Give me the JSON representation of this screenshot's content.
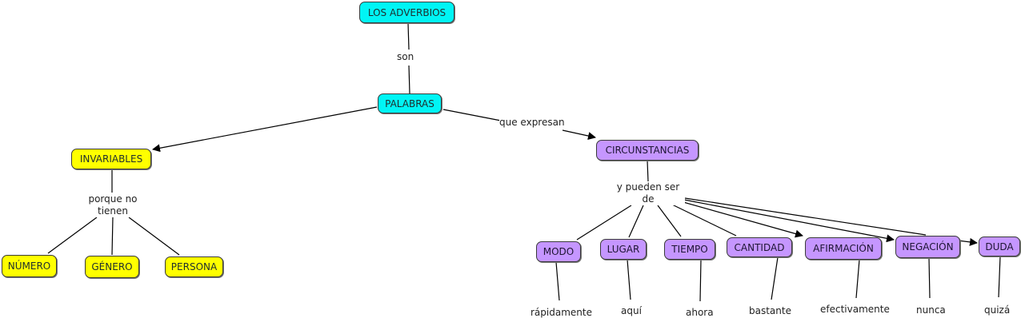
{
  "title": "LOS ADVERBIOS",
  "colors": {
    "root": "#00f5f5",
    "invariables_branch": "#ffff00",
    "circunstancias_branch": "#c596ff",
    "line": "#000000"
  },
  "nodes": {
    "root": "LOS ADVERBIOS",
    "palabras": "PALABRAS",
    "invariables": "INVARIABLES",
    "numero": "NÚMERO",
    "genero": "GÉNERO",
    "persona": "PERSONA",
    "circunstancias": "CIRCUNSTANCIAS",
    "modo": "MODO",
    "lugar": "LUGAR",
    "tiempo": "TIEMPO",
    "cantidad": "CANTIDAD",
    "afirmacion": "AFIRMACIÓN",
    "negacion": "NEGACIÓN",
    "duda": "DUDA"
  },
  "links": {
    "son": "son",
    "que_expresan": "que expresan",
    "porque_no_tienen_1": "porque no",
    "porque_no_tienen_2": "tienen",
    "y_pueden_ser_de_1": "y pueden ser",
    "y_pueden_ser_de_2": "de"
  },
  "examples": {
    "modo": "rápidamente",
    "lugar": "aquí",
    "tiempo": "ahora",
    "cantidad": "bastante",
    "afirmacion": "efectivamente",
    "negacion": "nunca",
    "duda": "quizá"
  }
}
